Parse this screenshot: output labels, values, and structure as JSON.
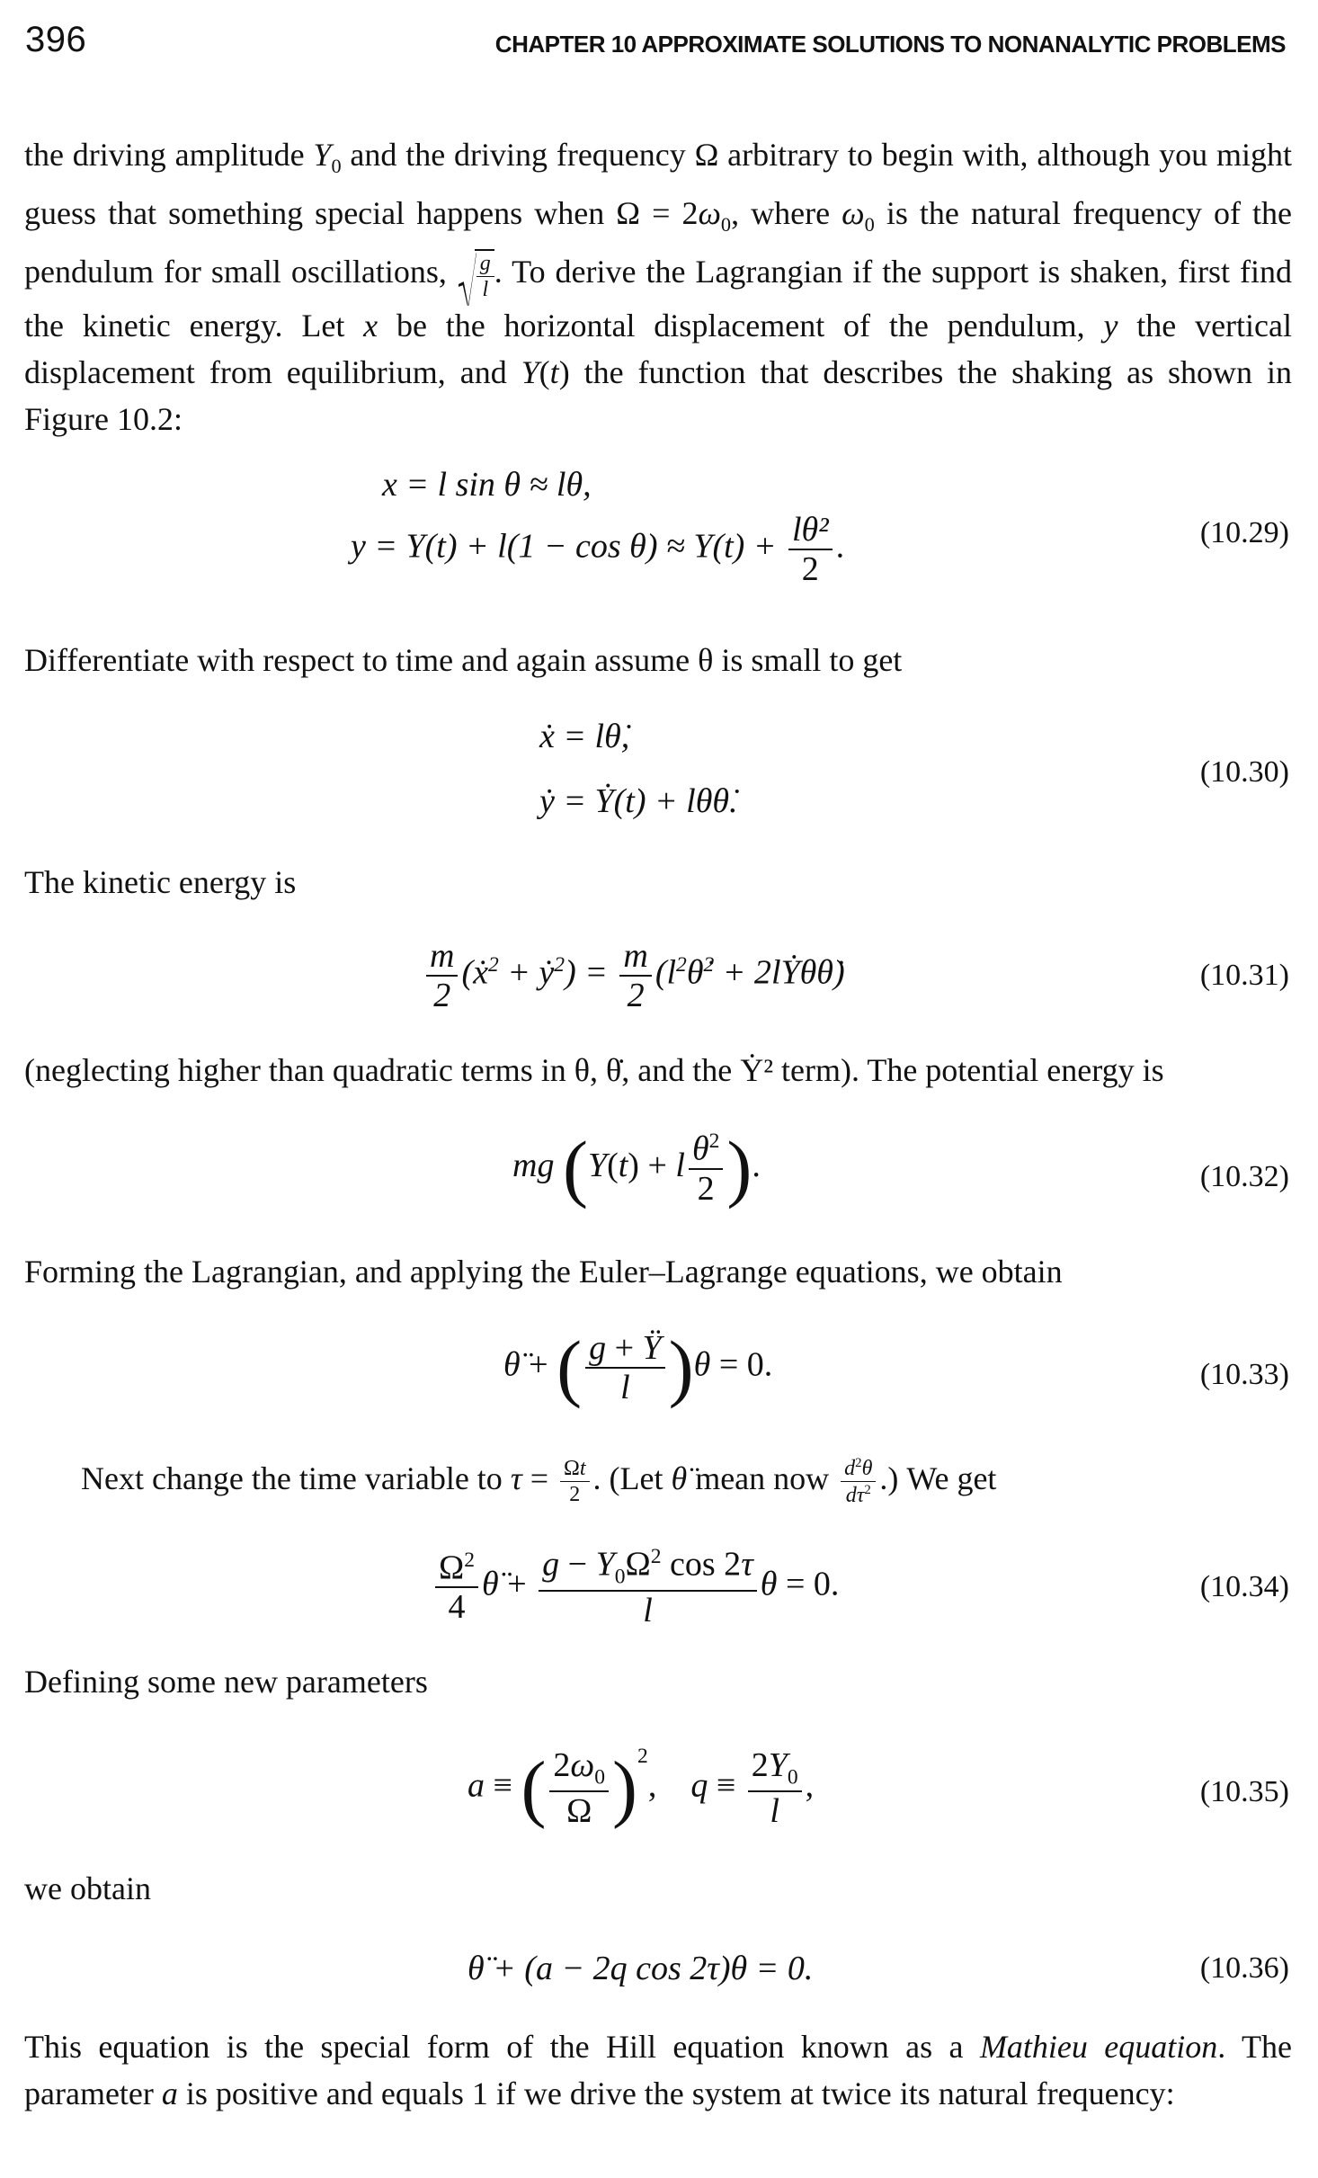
{
  "header": {
    "page_number": "396",
    "chapter_title": "CHAPTER 10   APPROXIMATE SOLUTIONS TO NONANALYTIC PROBLEMS"
  },
  "paragraphs": {
    "intro": "the driving amplitude Y₀ and the driving frequency Ω arbitrary to begin with, although you might guess that something special happens when Ω = 2ω₀, where ω₀ is the natural frequency of the pendulum for small oscillations, √(g/l). To derive the Lagrangian if the support is shaken, first find the kinetic energy. Let x be the horizontal displacement of the pendulum, y the vertical displacement from equilibrium, and Y(t) the function that describes the shaking as shown in Figure 10.2:",
    "differentiate": "Differentiate with respect to time and again assume θ is small to get",
    "kinetic": "The kinetic energy is",
    "neglecting": "(neglecting higher than quadratic terms in θ, θ̇, and the Ẏ² term). The potential energy is",
    "forming": "Forming the Lagrangian, and applying the Euler–Lagrange equations, we obtain",
    "next_change": "Next change the time variable to τ = Ωt/2. (Let θ̈ mean now d²θ/dτ².) We get",
    "defining": "Defining some new parameters",
    "we_obtain": "we obtain",
    "closing": "This equation is the special form of the Hill equation known as a Mathieu equation. The parameter a is positive and equals 1 if we drive the system at twice its natural frequency:"
  },
  "equations": {
    "eq_10_29a": "x = l sin θ ≈ lθ,",
    "eq_10_29b_left": "y = Y(t) + l(1 − cos θ) ≈ Y(t) +",
    "eq_10_29b_num": "lθ²",
    "eq_10_29b_den": "2",
    "eq_10_30a": "ẋ = lθ̇,",
    "eq_10_30b": "ẏ = Ẏ(t) + lθθ̇.",
    "eq_10_31": "(m/2)(ẋ² + ẏ²) = (m/2)(l²θ̇² + 2lẎθθ̇)",
    "eq_10_32": "mg ( Y(t) + l θ²/2 ).",
    "eq_10_33": "θ̈ + ((g + Ÿ)/l) θ = 0.",
    "eq_10_34": "(Ω²/4) θ̈ + ((g − Y₀Ω² cos 2τ)/l) θ = 0.",
    "eq_10_35": "a ≡ (2ω₀/Ω)²,   q ≡ 2Y₀/l,",
    "eq_10_36": "θ̈ + (a − 2q cos 2τ)θ = 0."
  },
  "equation_numbers": {
    "n29": "(10.29)",
    "n30": "(10.30)",
    "n31": "(10.31)",
    "n32": "(10.32)",
    "n33": "(10.33)",
    "n34": "(10.34)",
    "n35": "(10.35)",
    "n36": "(10.36)"
  }
}
